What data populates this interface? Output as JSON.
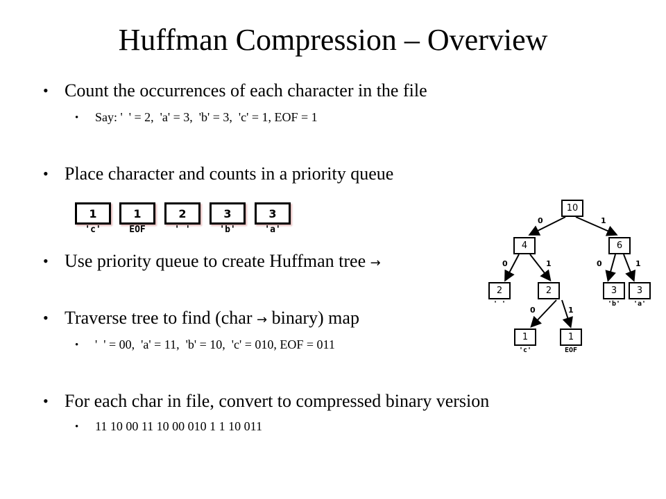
{
  "title": "Huffman Compression – Overview",
  "bullets": [
    {
      "text": "Count the occurrences of each character in the file"
    },
    {
      "text": "Place character and counts in a priority queue"
    },
    {
      "text": "Use priority queue to create Huffman tree"
    },
    {
      "text": "Traverse tree to find (char ",
      "text_after": " binary) map"
    },
    {
      "text": "For each char in file, convert to compressed binary version"
    }
  ],
  "subbullets": [
    "Say: '  ' = 2,  'a' = 3,  'b' = 3,  'c' = 1, EOF = 1",
    "'  ' = 00,  'a' = 11,  'b' = 10,  'c' = 010, EOF = 011",
    "11 10 00 11 10 00 010 1 1 10 011"
  ],
  "arrow_glyph": "→",
  "priority_queue": [
    {
      "count": "1",
      "label": "'c'"
    },
    {
      "count": "1",
      "label": "EOF"
    },
    {
      "count": "2",
      "label": "' '"
    },
    {
      "count": "3",
      "label": "'b'"
    },
    {
      "count": "3",
      "label": "'a'"
    }
  ],
  "tree": {
    "root": "10",
    "left": "4",
    "right": "6",
    "ll": "2",
    "lr": "2",
    "rl": "3",
    "rr": "3",
    "lrl": "1",
    "lrr": "1",
    "leaf_labels": {
      "ll": "' '",
      "rl": "'b'",
      "rr": "'a'",
      "lrl": "'c'",
      "lrr": "EOF"
    },
    "edge_labels": {
      "zero": "0",
      "one": "1"
    }
  }
}
